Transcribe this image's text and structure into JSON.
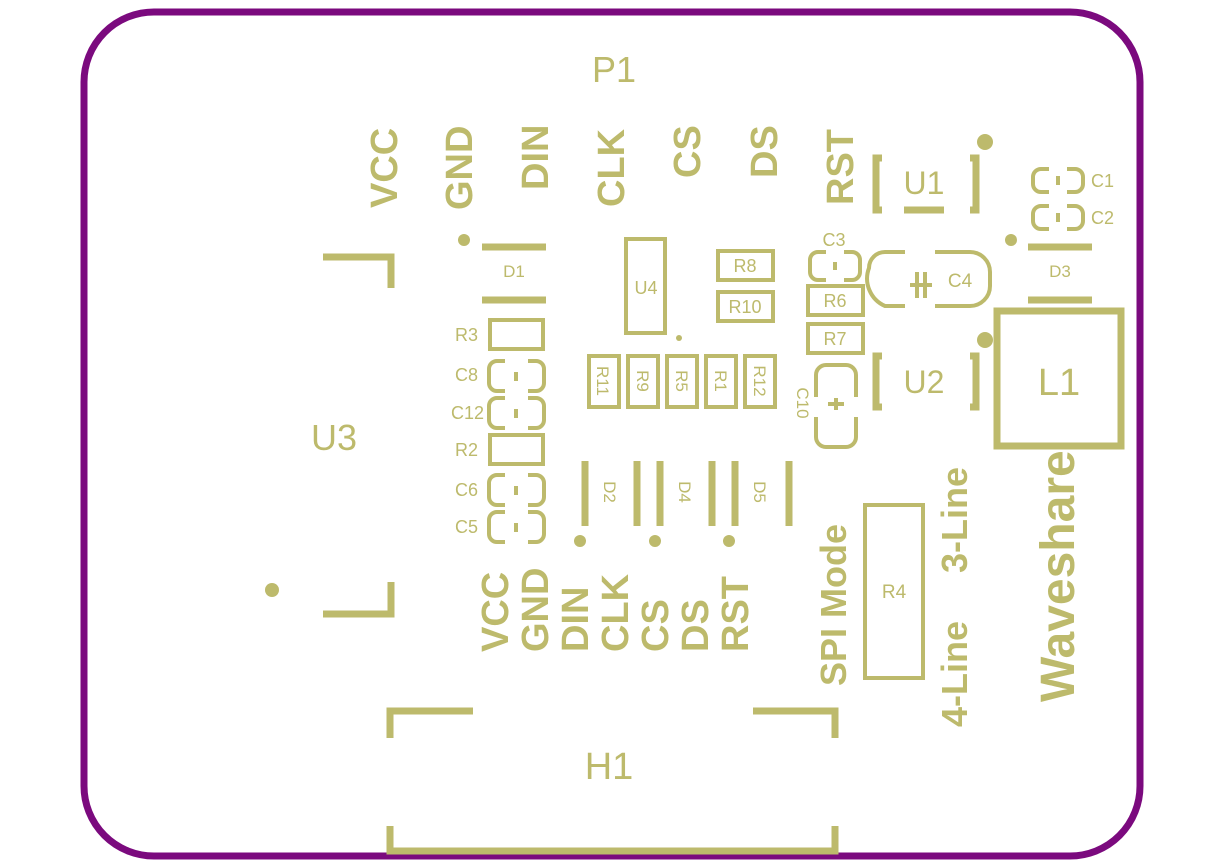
{
  "board": {
    "outline_color": "#7b0a7e",
    "silk_color": "#bdba6c",
    "background": "#ffffff"
  },
  "header": {
    "connector": "P1",
    "pins": [
      "VCC",
      "GND",
      "DIN",
      "CLK",
      "CS",
      "DS",
      "RST"
    ]
  },
  "lower_pins": [
    "VCC",
    "GND",
    "DIN",
    "CLK",
    "CS",
    "DS",
    "RST"
  ],
  "components": {
    "u1": "U1",
    "u2": "U2",
    "u3": "U3",
    "u4": "U4",
    "l1": "L1",
    "h1": "H1",
    "d1": "D1",
    "d2": "D2",
    "d3": "D3",
    "d4": "D4",
    "d5": "D5",
    "c1": "C1",
    "c2": "C2",
    "c3": "C3",
    "c4": "C4",
    "c5": "C5",
    "c6": "C6",
    "c8": "C8",
    "c10": "C10",
    "c12": "C12",
    "r1": "R1",
    "r2": "R2",
    "r3": "R3",
    "r4": "R4",
    "r5": "R5",
    "r6": "R6",
    "r7": "R7",
    "r8": "R8",
    "r9": "R9",
    "r10": "R10",
    "r11": "R11",
    "r12": "R12"
  },
  "labels": {
    "spi_mode": "SPI Mode",
    "line4": "4-Line",
    "line3": "3-Line",
    "brand": "Waveshare"
  }
}
